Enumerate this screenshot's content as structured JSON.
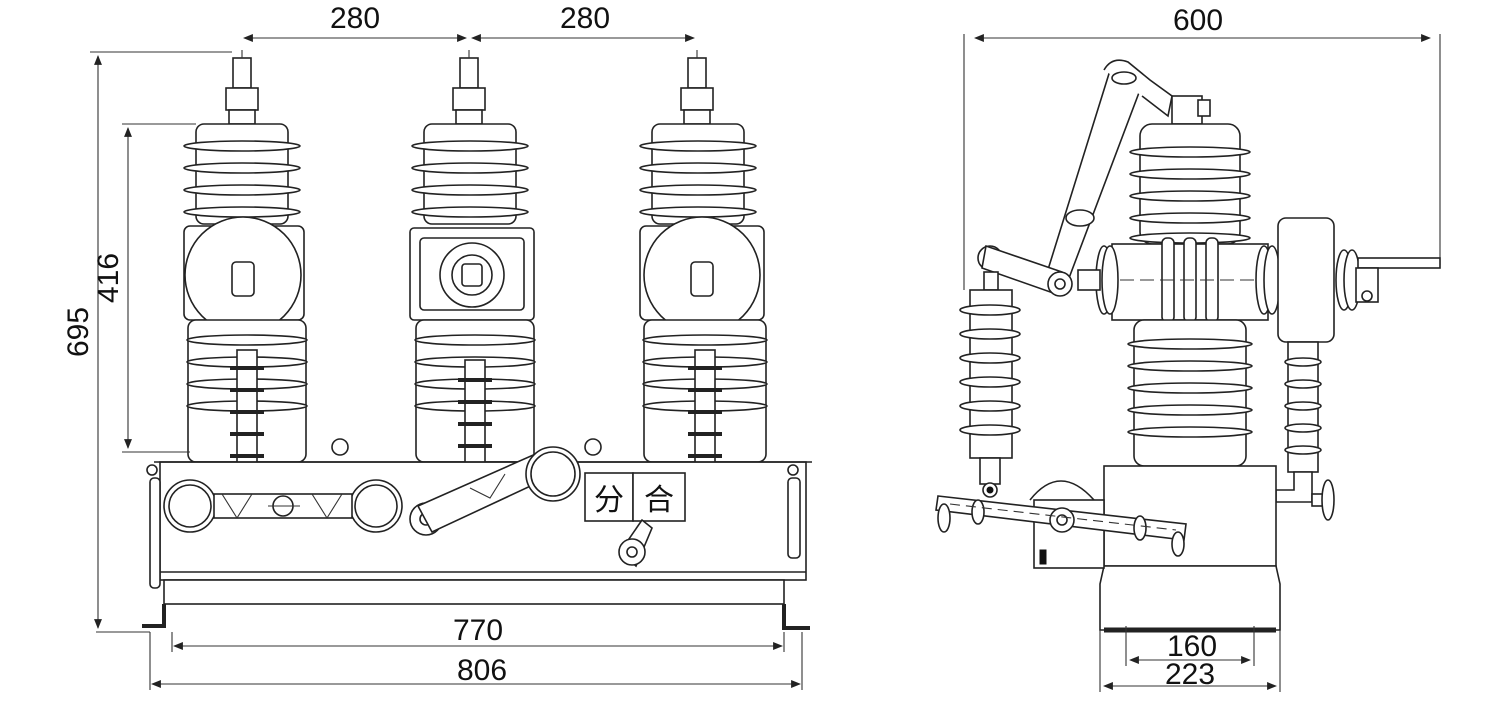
{
  "dimensions": {
    "front_pitch_left": "280",
    "front_pitch_right": "280",
    "front_total_height": "695",
    "front_insulator_height": "416",
    "front_mount_span": "770",
    "front_overall_width": "806",
    "side_overall_width": "600",
    "side_mount_span": "160",
    "side_base_width": "223"
  },
  "panel": {
    "open_label": "分",
    "close_label": "合"
  },
  "colors": {
    "line": "#222222",
    "background": "#ffffff",
    "fill_dark": "#111111"
  }
}
